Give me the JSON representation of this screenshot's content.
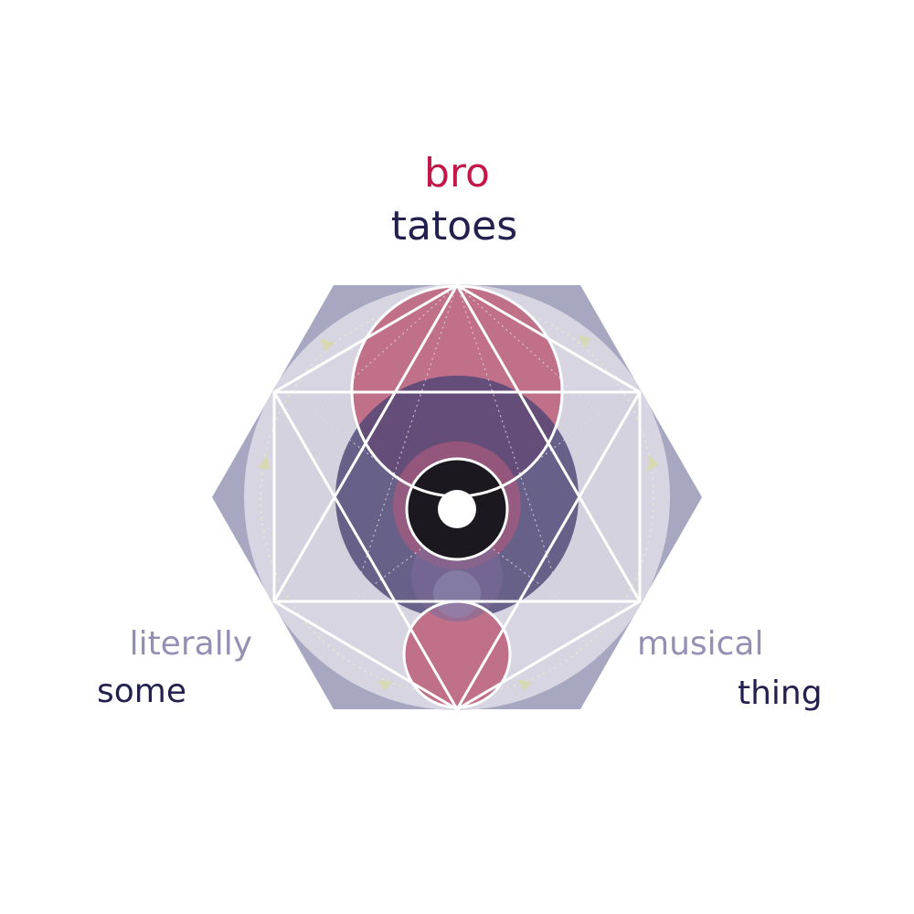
{
  "labels": {
    "top": {
      "line1": "bro",
      "line2": "tatoes"
    },
    "left": {
      "line1": "literally",
      "line2": "some"
    },
    "right": {
      "line1": "musical",
      "line2": "thing"
    }
  },
  "colors": {
    "accent_red": "#c2184a",
    "navy": "#23204f",
    "lavender": "#9390b4",
    "hexagon": "#a8a7c2",
    "inner_disc": "#d6d5e1",
    "pink_circle": "#c07088",
    "purple_circle": "#4f4776",
    "dark_center": "#1b1820",
    "arrow": "#d8d9b4",
    "line": "#ffffff"
  }
}
